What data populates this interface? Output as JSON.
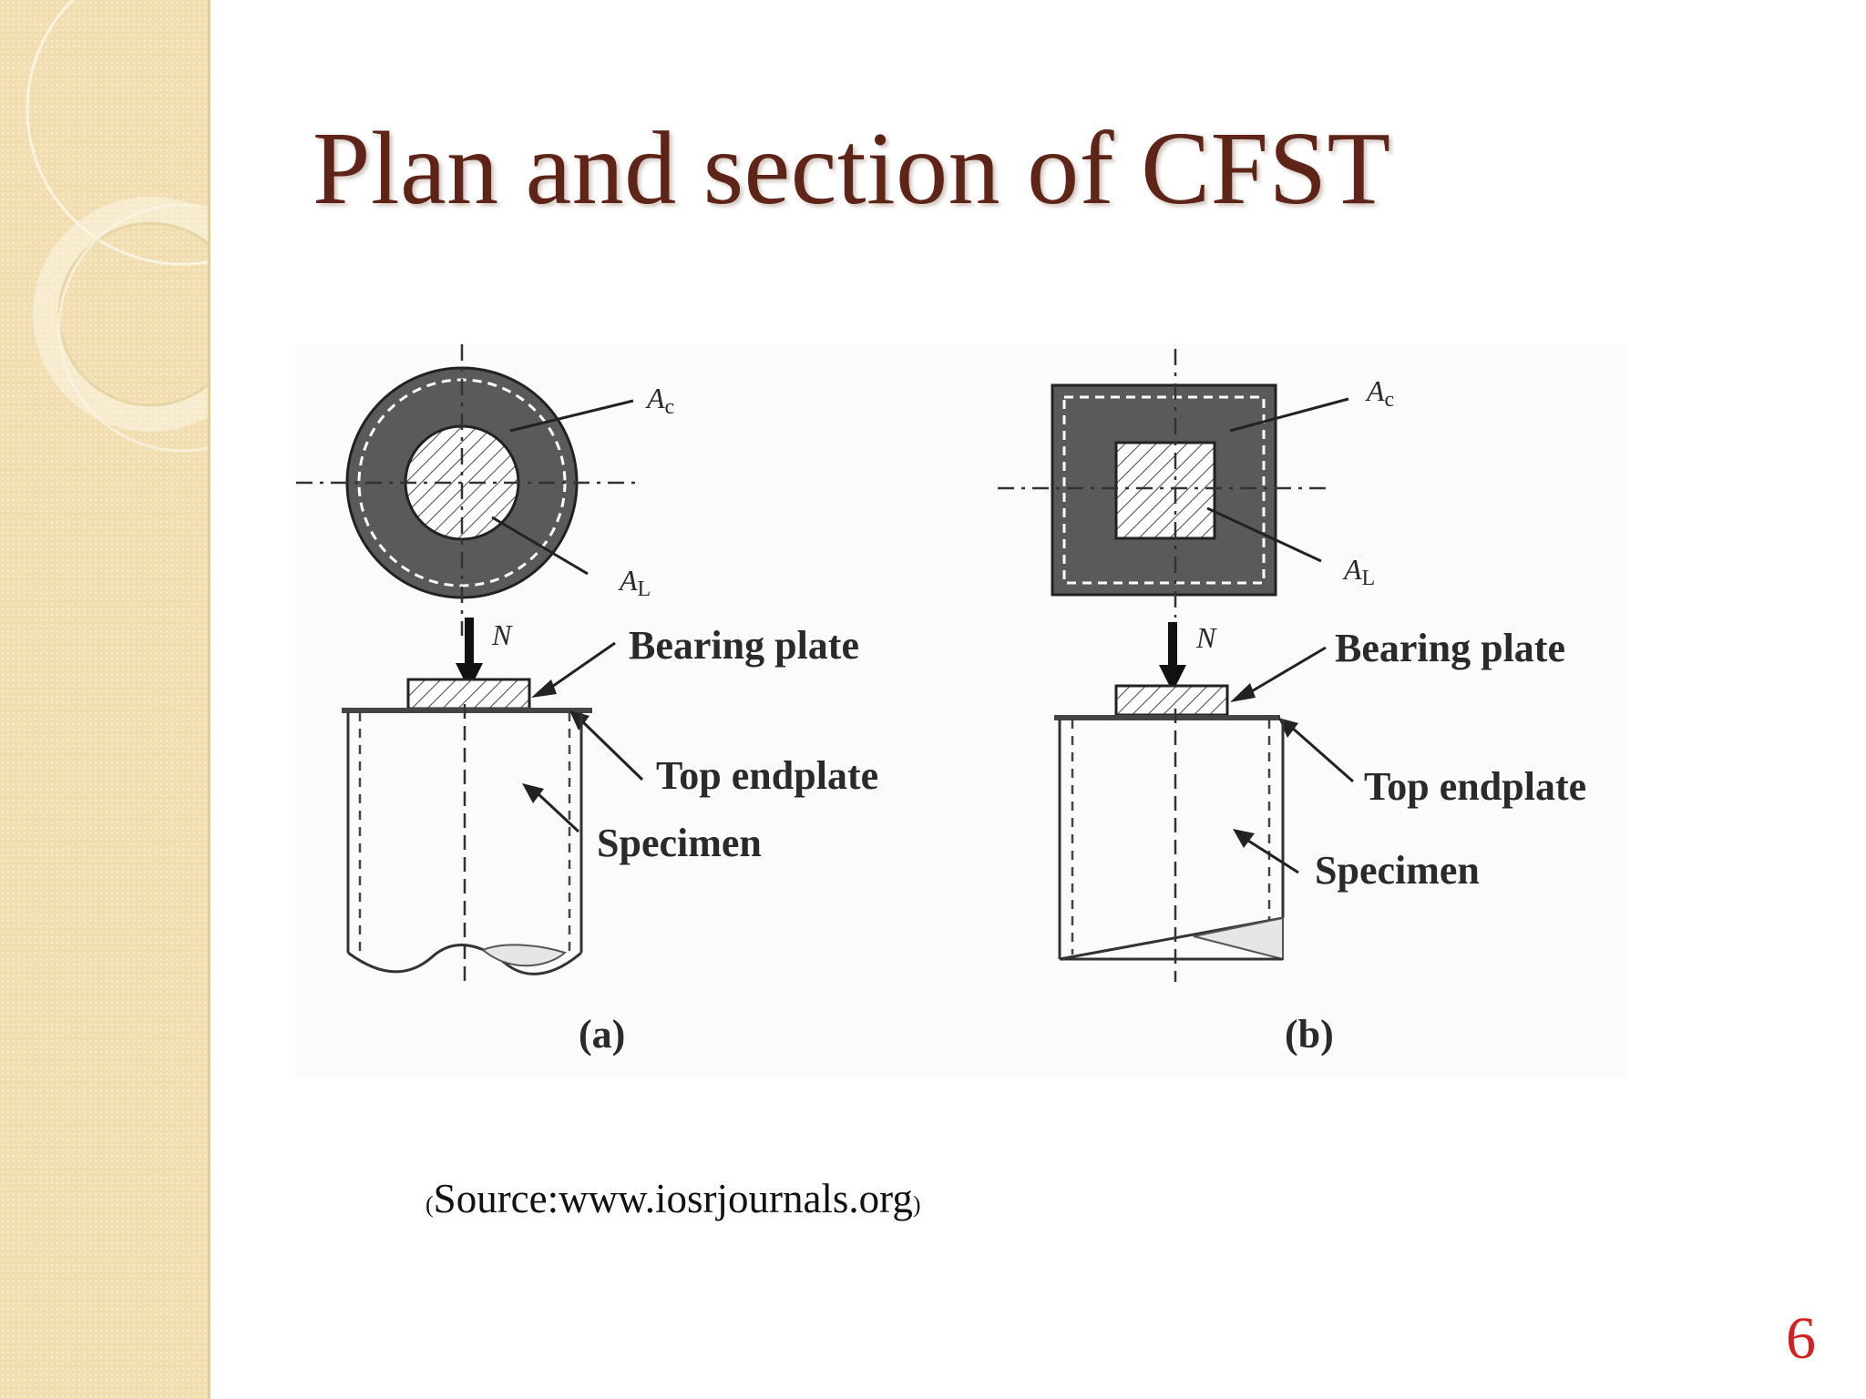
{
  "slide": {
    "title": "Plan and section of CFST",
    "source_open": "(",
    "source_text": "Source:www.iosrjournals.org",
    "source_close": ")",
    "page_number": "6"
  },
  "figure": {
    "panel_a": {
      "caption": "(a)",
      "area_outer_symbol": "A",
      "area_outer_subscript": "c",
      "area_inner_symbol": "A",
      "area_inner_subscript": "L",
      "load_symbol": "N",
      "bearing_plate": "Bearing plate",
      "top_endplate": "Top endplate",
      "specimen": "Specimen"
    },
    "panel_b": {
      "caption": "(b)",
      "area_outer_symbol": "A",
      "area_outer_subscript": "c",
      "area_inner_symbol": "A",
      "area_inner_subscript": "L",
      "load_symbol": "N",
      "bearing_plate": "Bearing plate",
      "top_endplate": "Top endplate",
      "specimen": "Specimen"
    }
  },
  "colors": {
    "title": "#5e2417",
    "page_number": "#d32020",
    "sidebar": "#f1deb0",
    "concrete_ring": "#5a5a5a"
  }
}
